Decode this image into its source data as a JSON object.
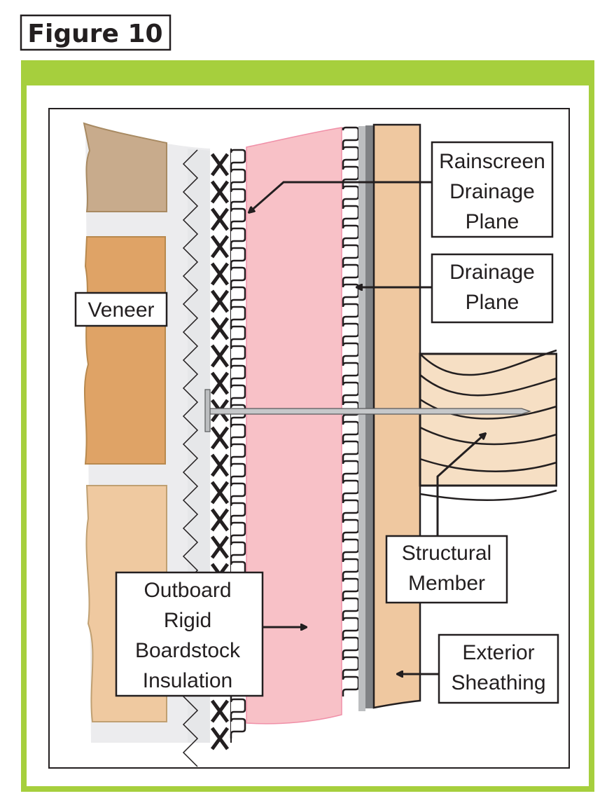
{
  "figure_title": "Figure 10",
  "labels": {
    "rainscreen": [
      "Rainscreen",
      "Drainage",
      "Plane"
    ],
    "drainage": [
      "Drainage",
      "Plane"
    ],
    "veneer": "Veneer",
    "structural": [
      "Structural",
      "Member"
    ],
    "insulation": [
      "Outboard",
      "Rigid",
      "Boardstock",
      "Insulation"
    ],
    "sheathing": [
      "Exterior",
      "Sheathing"
    ]
  },
  "colors": {
    "frame_green": "#a6cf3d",
    "brick_top": "#c8ab8c",
    "brick_mid": "#dfa366",
    "brick_bottom": "#efc9a0",
    "insulation_pink": "#f8c1c7",
    "sheathing": "#efc8a0",
    "wood": "#f6dfc4"
  }
}
